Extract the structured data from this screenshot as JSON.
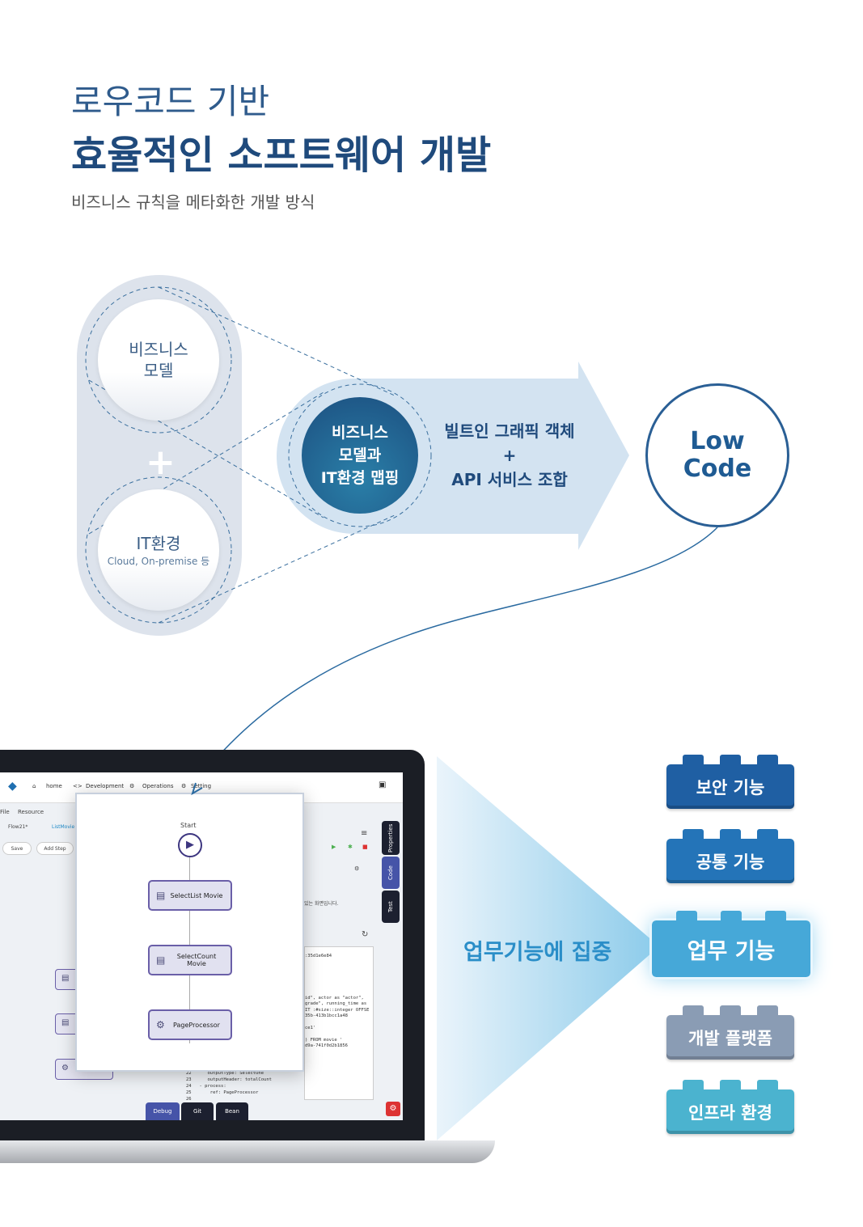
{
  "header": {
    "line1": "로우코드 기반",
    "line2": "효율적인 소프트웨어 개발",
    "subtitle": "비즈니스 규칙을 메타화한 개발 방식"
  },
  "concept": {
    "business_model": "비즈니스\n모델",
    "it_env": "IT환경",
    "it_env_sub": "Cloud, On-premise 등",
    "mapping": "비즈니스\n모델과\nIT환경 맵핑",
    "combo_line1": "빌트인 그래픽 객체",
    "combo_plus": "+",
    "combo_line2": "API 서비스 조합",
    "result": "Low\nCode"
  },
  "focus_label": "업무기능에 집중",
  "blocks": [
    {
      "label": "보안 기능",
      "color": "#1f5fa3"
    },
    {
      "label": "공통 기능",
      "color": "#2474b8"
    },
    {
      "label": "업무 기능",
      "color": "#46a8d8"
    },
    {
      "label": "개발 플랫폼",
      "color": "#8a9cb4"
    },
    {
      "label": "인프라 환경",
      "color": "#4bb3cf"
    }
  ],
  "app": {
    "nav": [
      "home",
      "Development",
      "Operations",
      "Setting"
    ],
    "menu": [
      "File",
      "Resource"
    ],
    "tabs": [
      "Flow21*",
      "ListMovie"
    ],
    "buttons": [
      "Save",
      "Add Step"
    ],
    "flow": {
      "start": "Start",
      "nodes": [
        "SelectList Movie",
        "SelectCount\nMovie",
        "PageProcessor"
      ]
    },
    "side_tabs": [
      "Properties",
      "Code",
      "Test"
    ],
    "bottom_tabs": [
      "Debug",
      "Git",
      "Bean"
    ],
    "hint": "있는 화면입니다.",
    "code": ":35d1e6e84\n\n\n\n\n\n\nid\", actor as \"actor\", \ngrade\", running_time as\nIT :#size::integer OFFSE\n35b-413b1bcc1a48\n\nce1'\n\n) FROM movie '\nd9a-741f0d2b1856",
    "code_lines": "22      outputType: SelectOne\n23      outputHeader: totalCount\n24   - process:\n25       ref: PageProcessor\n26"
  }
}
